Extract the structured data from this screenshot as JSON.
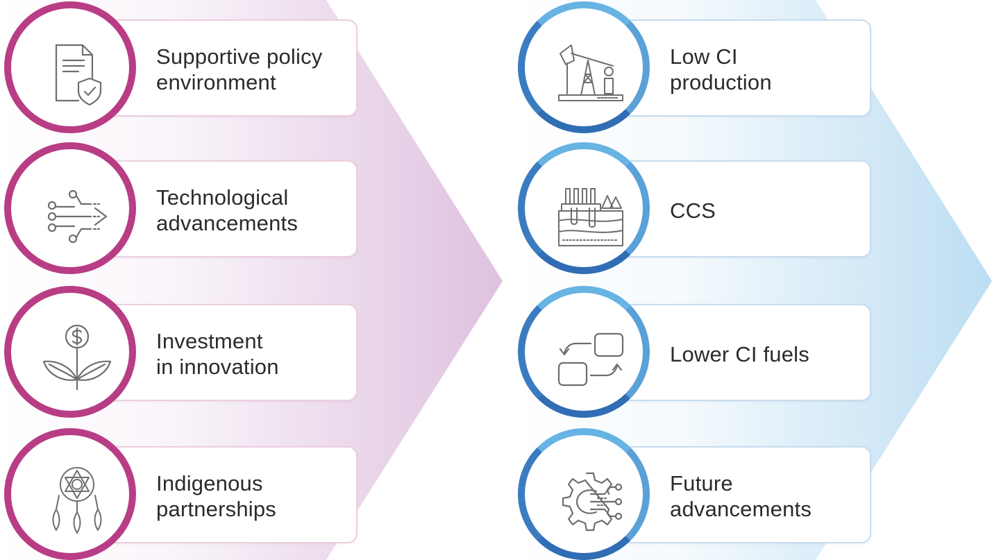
{
  "left": {
    "items": [
      {
        "label": "Supportive policy\nenvironment",
        "icon": "policy-document-shield-icon"
      },
      {
        "label": "Technological\nadvancements",
        "icon": "circuit-arrow-icon"
      },
      {
        "label": "Investment\nin innovation",
        "icon": "dollar-plant-icon"
      },
      {
        "label": "Indigenous\npartnerships",
        "icon": "dreamcatcher-icon"
      }
    ],
    "accent": "#b83d85",
    "arrow_color": "#d9b6da"
  },
  "right": {
    "items": [
      {
        "label": "Low CI\nproduction",
        "icon": "pump-jack-icon"
      },
      {
        "label": "CCS",
        "icon": "carbon-capture-storage-icon"
      },
      {
        "label": "Lower CI fuels",
        "icon": "exchange-cycle-icon"
      },
      {
        "label": "Future\nadvancements",
        "icon": "gear-circuit-icon"
      }
    ],
    "accent": "#3b7cc0",
    "arrow_color": "#b9dcf2"
  }
}
